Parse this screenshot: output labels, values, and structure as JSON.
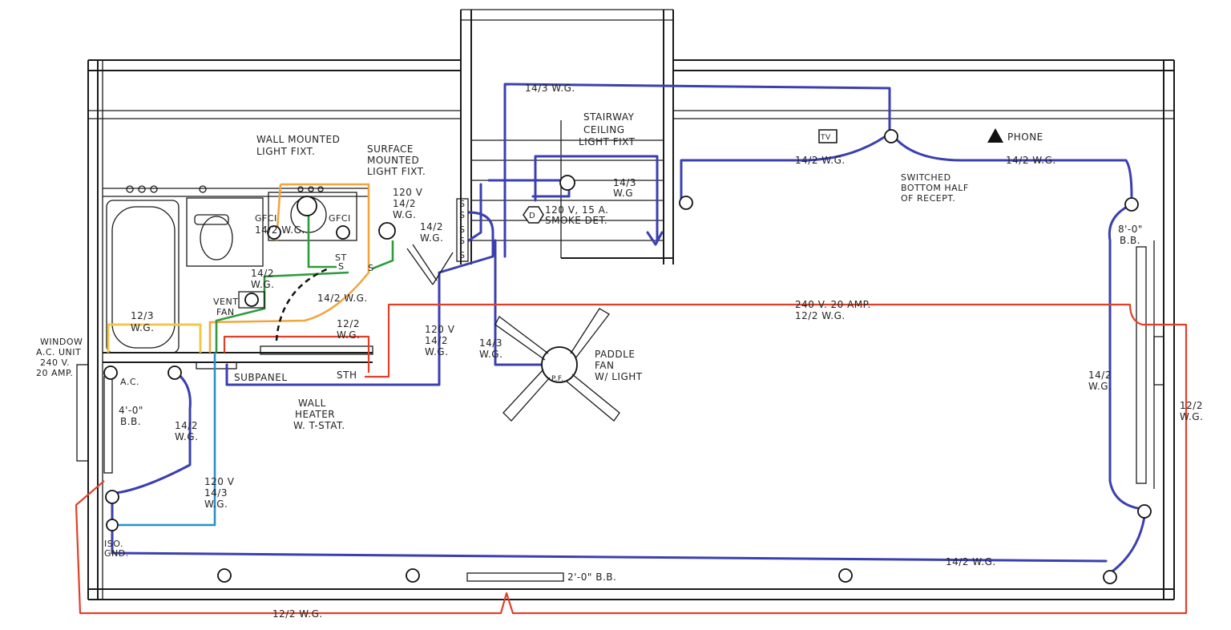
{
  "colors": {
    "wall": "#1a1a1a",
    "circuit_blue": "#3b3fb0",
    "circuit_red": "#e0402a",
    "circuit_orange": "#f0a640",
    "circuit_yellow": "#f2c84b",
    "circuit_green": "#2f9b3e",
    "circuit_teal": "#2a8fc9"
  },
  "labels": {
    "wire_14_3_top": "14/3 W.G.",
    "stairway": "STAIRWAY",
    "ceiling_light_1": "CEILING",
    "ceiling_light_2": "LIGHT FIXT",
    "tv": "TV",
    "phone": "PHONE",
    "wire_14_2_top_mid": "14/2 W.G.",
    "wire_14_2_top_right": "14/2 W.G.",
    "switched_1": "SWITCHED",
    "switched_2": "BOTTOM HALF",
    "switched_3": "OF RECEPT.",
    "wire_14_3_stair_1": "14/3",
    "wire_14_3_stair_2": "W.G",
    "smoke_symbol": "D",
    "smoke_1": "120 V, 15 A.",
    "smoke_2": "SMOKE DET.",
    "wall_light_1": "WALL MOUNTED",
    "wall_light_2": "LIGHT FIXT.",
    "surface_light_1": "SURFACE",
    "surface_light_2": "MOUNTED",
    "surface_light_3": "LIGHT FIXT.",
    "wire_120v_14_2_a_1": "120 V",
    "wire_120v_14_2_a_2": "14/2",
    "wire_120v_14_2_a_3": "W.G.",
    "gfci_left": "GFCI",
    "gfci_right": "GFCI",
    "wire_14_2_gfci": "14/2 W.G.",
    "wire_14_2_sw_1": "14/2",
    "wire_14_2_sw_2": "W.G.",
    "sw_s1": "S",
    "sw_s2": "S",
    "sw_s3": "S",
    "sw_s4": "S",
    "sw_s5": "S",
    "sw_st": "ST",
    "sw_s6": "S",
    "sw_s7": "S",
    "wire_14_2_left_1": "14/2",
    "wire_14_2_left_2": "W.G.",
    "vent_fan_1": "VENT",
    "vent_fan_2": "FAN",
    "wire_14_2_arc": "14/2 W.G.",
    "wire_12_3_1": "12/3",
    "wire_12_3_2": "W.G.",
    "wire_12_2_bath_1": "12/2",
    "wire_12_2_bath_2": "W.G.",
    "window_ac_1": "WINDOW",
    "window_ac_2": "A.C. UNIT",
    "window_ac_3": "240 V.",
    "window_ac_4": "20 AMP.",
    "ac": "A.C.",
    "subpanel": "SUBPANEL",
    "sth": "STH",
    "wall_heater_1": "WALL",
    "wall_heater_2": "HEATER",
    "wall_heater_3": "W. T-STAT.",
    "wire_120v_14_2_b_1": "120 V",
    "wire_120v_14_2_b_2": "14/2",
    "wire_120v_14_2_b_3": "W.G.",
    "wire_14_3_fan_1": "14/3",
    "wire_14_3_fan_2": "W.G.",
    "paddle_fan_1": "PADDLE",
    "paddle_fan_2": "FAN",
    "paddle_fan_3": "W/ LIGHT",
    "pf": "P.F.",
    "wire_240v_1": "240 V. 20 AMP.",
    "wire_240v_2": "12/2 W.G.",
    "bb_left_1": "4'-0\"",
    "bb_left_2": "B.B.",
    "wire_14_2_lower_1": "14/2",
    "wire_14_2_lower_2": "W.G.",
    "wire_120v_14_3_1": "120 V",
    "wire_120v_14_3_2": "14/3",
    "wire_120v_14_3_3": "W.G.",
    "iso_gnd_1": "ISO.",
    "iso_gnd_2": "GND.",
    "bb_bottom": "2'-0\" B.B.",
    "wire_14_2_bottom": "14/2 W.G.",
    "wire_12_2_bottom": "12/2 W.G.",
    "bb_right_1": "8'-0\"",
    "bb_right_2": "B.B.",
    "wire_14_2_right_1": "14/2",
    "wire_14_2_right_2": "W.G.",
    "wire_12_2_right_1": "12/2",
    "wire_12_2_right_2": "W.G."
  }
}
